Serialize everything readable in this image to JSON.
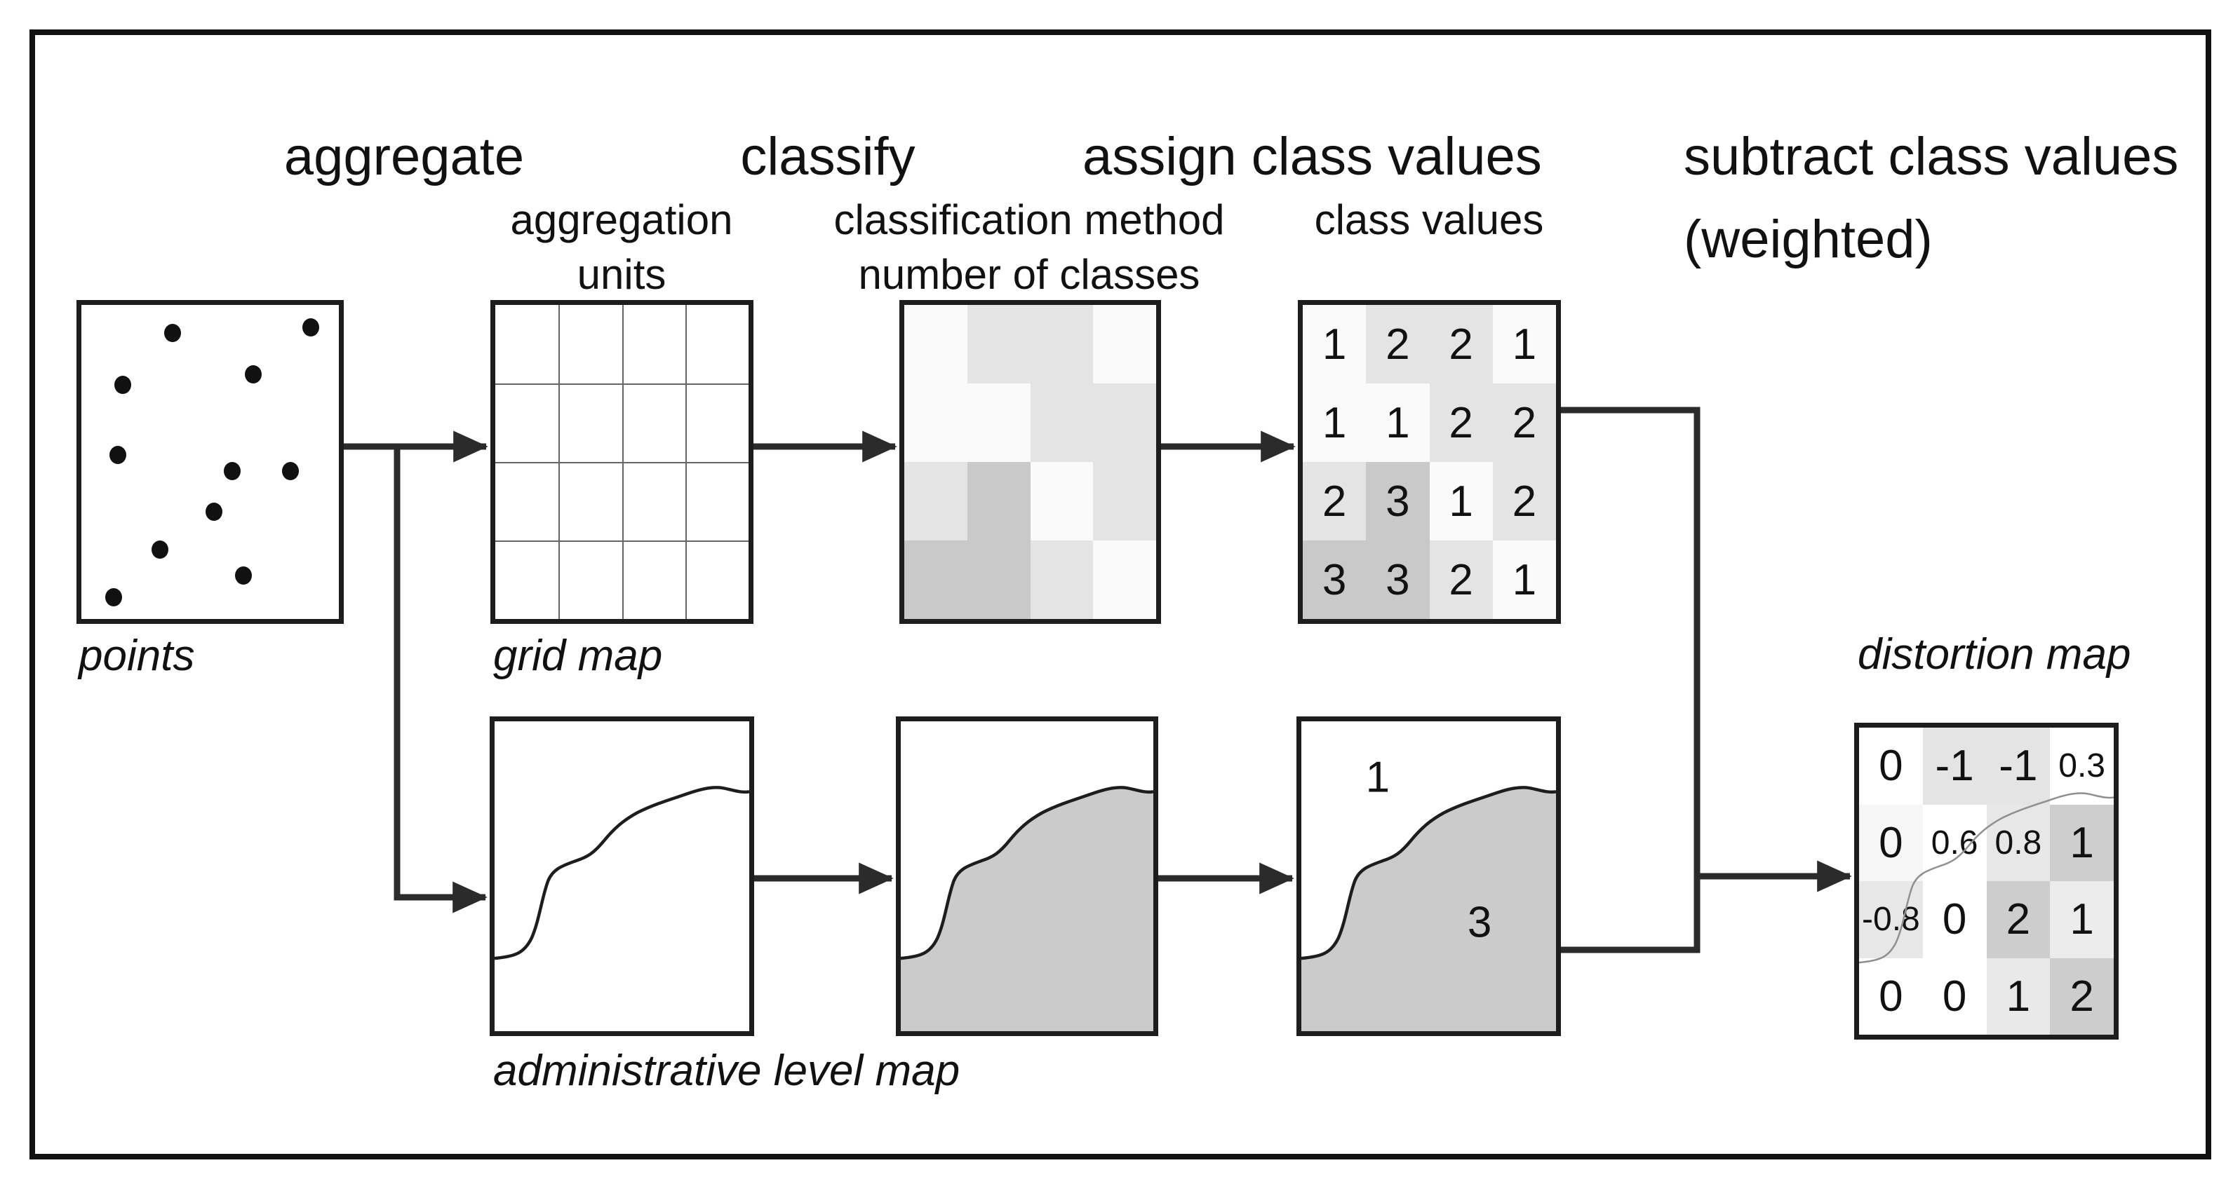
{
  "headers": {
    "aggregate": "aggregate",
    "classify": "classify",
    "assign": "assign class values",
    "subtract": "subtract class values",
    "subtract_note": "(weighted)"
  },
  "sublabels": {
    "aggregation_line1": "aggregation",
    "aggregation_line2": "units",
    "classification_line1": "classification method",
    "classification_line2": "number of classes",
    "class_values": "class values"
  },
  "captions": {
    "points": "points",
    "grid_map": "grid map",
    "admin_map": "administrative level map",
    "distortion_map": "distortion map"
  },
  "points_scatter": [
    [
      0.355,
      0.089
    ],
    [
      0.891,
      0.072
    ],
    [
      0.162,
      0.254
    ],
    [
      0.668,
      0.221
    ],
    [
      0.142,
      0.477
    ],
    [
      0.587,
      0.53
    ],
    [
      0.813,
      0.53
    ],
    [
      0.514,
      0.658
    ],
    [
      0.304,
      0.779
    ],
    [
      0.629,
      0.862
    ],
    [
      0.124,
      0.93
    ]
  ],
  "class_values_grid": {
    "rows": [
      [
        1,
        2,
        2,
        1
      ],
      [
        1,
        1,
        2,
        2
      ],
      [
        2,
        3,
        1,
        2
      ],
      [
        3,
        3,
        2,
        1
      ]
    ],
    "class_shades": {
      "1": "#fafafa",
      "2": "#e4e4e4",
      "3": "#c9c9c9"
    }
  },
  "admin_map_values": {
    "upper": "1",
    "lower": "3"
  },
  "distortion_grid": {
    "rows": [
      [
        "0",
        "-1",
        "-1",
        "0.3"
      ],
      [
        "0",
        "0.6",
        "0.8",
        "1"
      ],
      [
        "-0.8",
        "0",
        "2",
        "1"
      ],
      [
        "0",
        "0",
        "1",
        "2"
      ]
    ],
    "shades": [
      [
        "#ffffff",
        "#e4e4e4",
        "#e4e4e4",
        "#ffffff"
      ],
      [
        "#f6f6f6",
        "#ffffff",
        "#e7e7e7",
        "#cecece"
      ],
      [
        "#e7e7e7",
        "#ffffff",
        "#cdcdcd",
        "#ececec"
      ],
      [
        "#ffffff",
        "#ffffff",
        "#e9e9e9",
        "#cdcdcd"
      ]
    ]
  },
  "colors": {
    "region_fill": "#cbcbcb",
    "wire": "#2b2b2b",
    "thin_curve": "#8f8f8f",
    "text": "#111111"
  }
}
